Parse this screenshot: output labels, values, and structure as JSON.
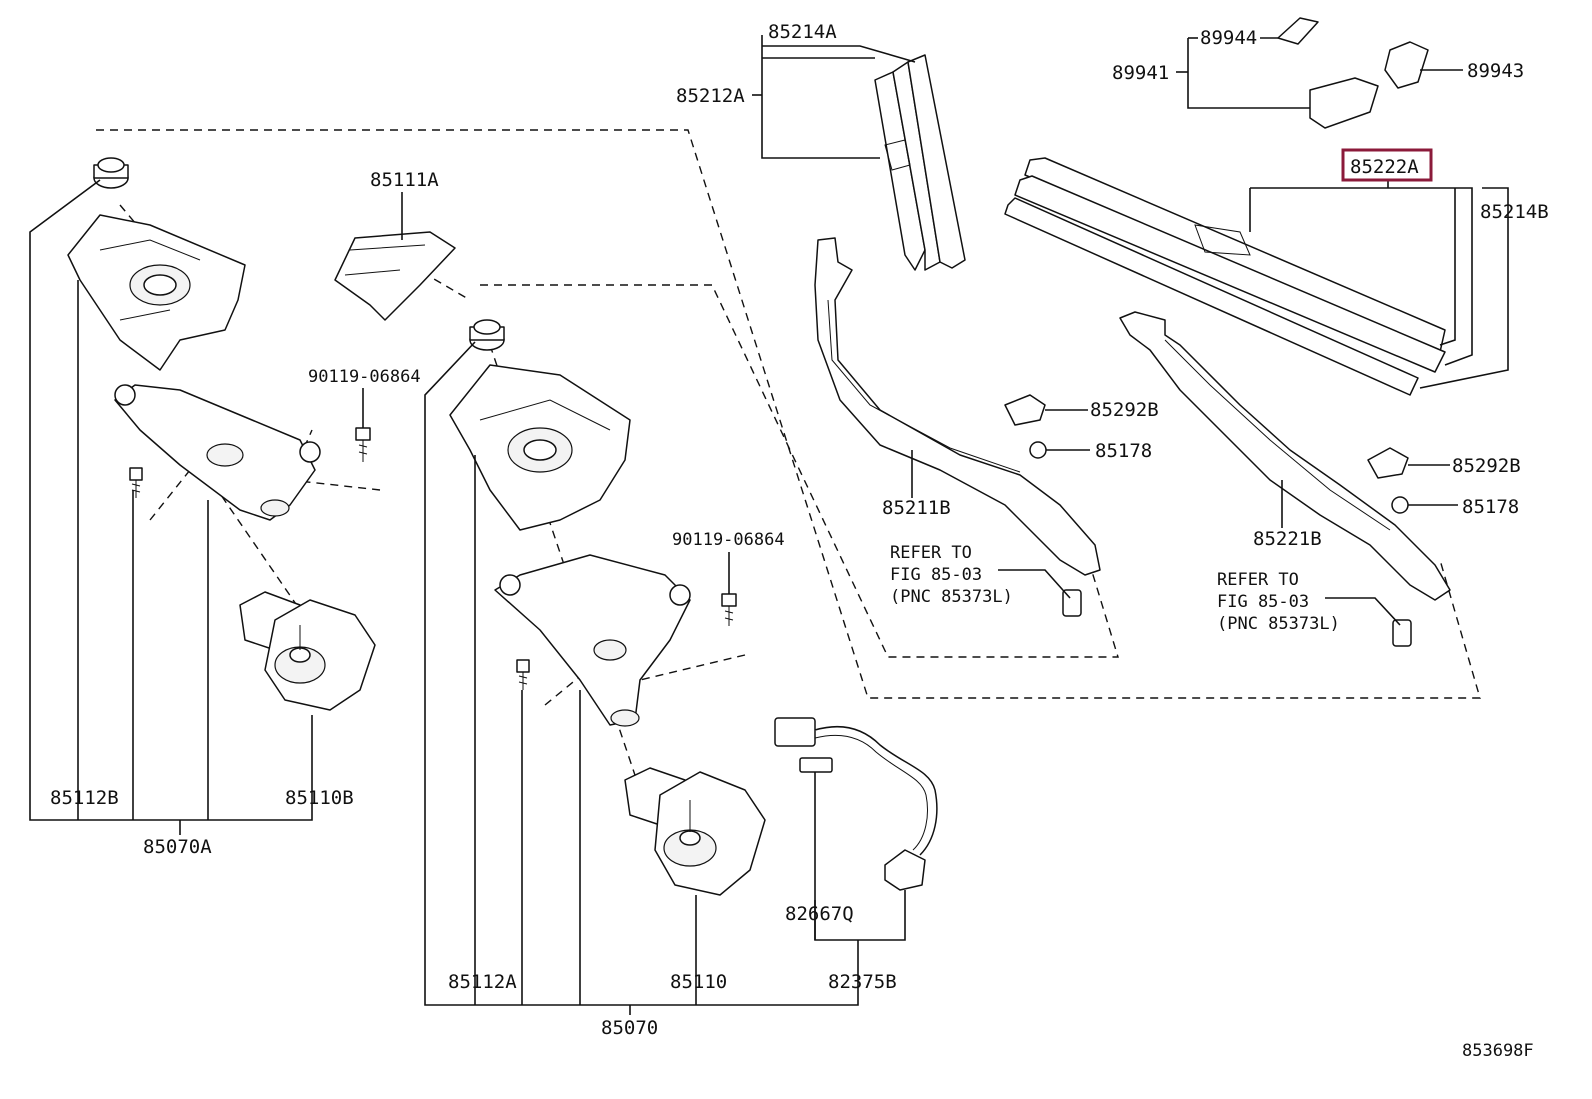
{
  "diagram_id": "853698F",
  "highlight": {
    "part": "85222A",
    "color": "#8b1a3a"
  },
  "labels": {
    "p85214A": "85214A",
    "p85212A": "85212A",
    "p89944": "89944",
    "p89941": "89941",
    "p89943": "89943",
    "p85222A": "85222A",
    "p85214B": "85214B",
    "p85111A": "85111A",
    "p90119_a": "90119-06864",
    "p90119_b": "90119-06864",
    "p85292B_a": "85292B",
    "p85292B_b": "85292B",
    "p85178_a": "85178",
    "p85178_b": "85178",
    "p85211B": "85211B",
    "p85221B": "85221B",
    "p85112B": "85112B",
    "p85110B": "85110B",
    "p85070A": "85070A",
    "p85112A": "85112A",
    "p85110": "85110",
    "p85070": "85070",
    "p82667Q": "82667Q",
    "p82375B": "82375B"
  },
  "refer_notes": [
    {
      "line1": "REFER TO",
      "line2": "FIG 85-03",
      "line3": "(PNC 85373L)"
    },
    {
      "line1": "REFER TO",
      "line2": "FIG 85-03",
      "line3": "(PNC 85373L)"
    }
  ]
}
